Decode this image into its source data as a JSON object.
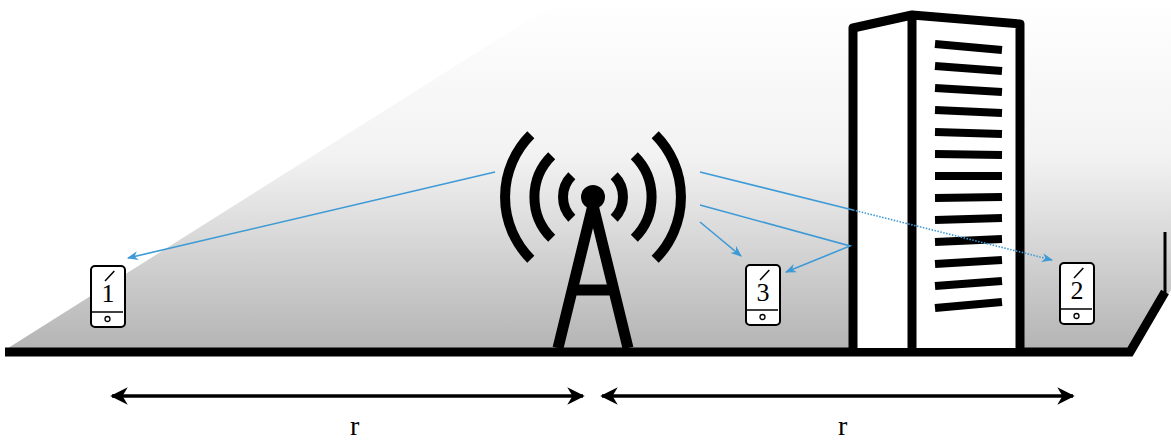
{
  "diagram": {
    "nodes": [
      {
        "text": [
          "1"
        ]
      },
      {
        "text": [
          "3"
        ]
      },
      {
        "text": [
          "2"
        ]
      }
    ],
    "labels": [
      "r",
      "r"
    ]
  }
}
